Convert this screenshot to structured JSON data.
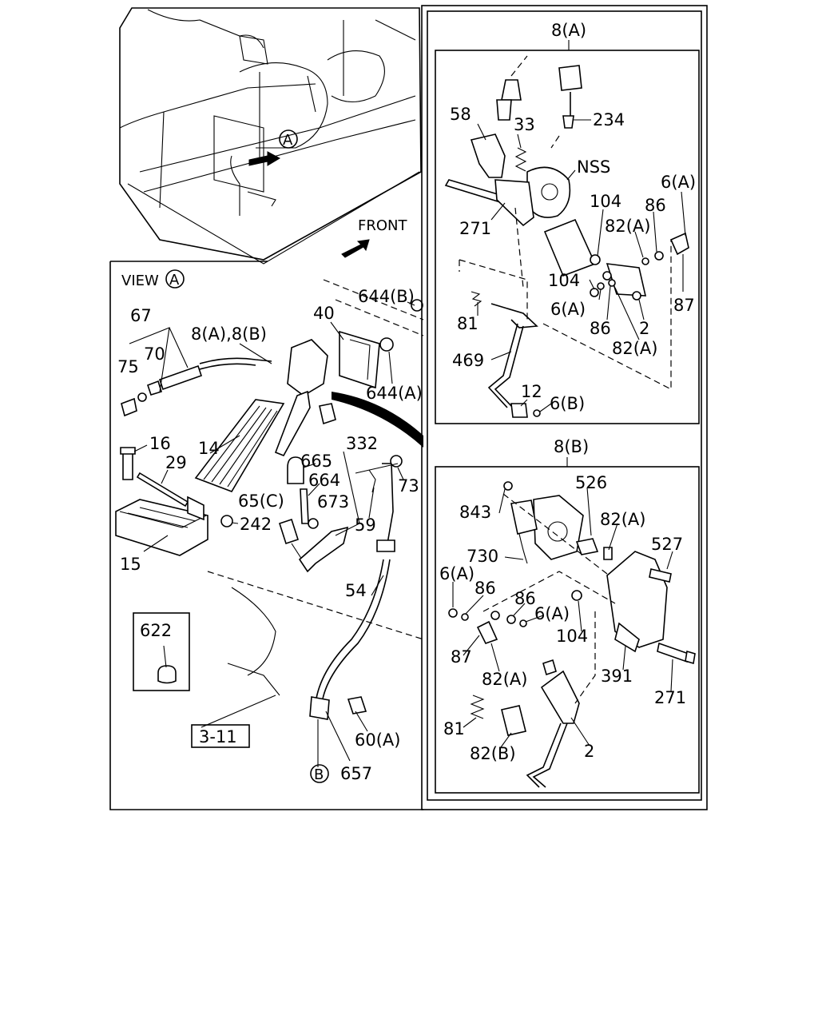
{
  "main_view": {
    "front_label": "FRONT",
    "view_label": "VIEW",
    "view_marker": "A",
    "circle_A": "A",
    "circle_B": "B",
    "ref_box": "3-11",
    "box_622": "622",
    "callouts": {
      "c67": "67",
      "c70": "70",
      "c75": "75",
      "c8a8b": "8(A),8(B)",
      "c40": "40",
      "c644b": "644(B)",
      "c644a": "644(A)",
      "c16": "16",
      "c14": "14",
      "c29": "29",
      "c15": "15",
      "c242": "242",
      "c65c": "65(C)",
      "c665": "665",
      "c664": "664",
      "c673": "673",
      "c332": "332",
      "c73": "73",
      "c59": "59",
      "c54": "54",
      "c60a": "60(A)",
      "c657": "657"
    }
  },
  "detail_8a": {
    "title": "8(A)",
    "callouts": {
      "c58": "58",
      "c33": "33",
      "c234": "234",
      "cNSS": "NSS",
      "c6a_top": "6(A)",
      "c104_top": "104",
      "c86_top": "86",
      "c271": "271",
      "c82a_top": "82(A)",
      "c104_mid": "104",
      "c87": "87",
      "c6a_mid": "6(A)",
      "c86_mid": "86",
      "c2": "2",
      "c81": "81",
      "c82a_low": "82(A)",
      "c469": "469",
      "c12": "12",
      "c6b": "6(B)"
    }
  },
  "detail_8b": {
    "title": "8(B)",
    "callouts": {
      "c526": "526",
      "c843": "843",
      "c82a_top": "82(A)",
      "c527": "527",
      "c730": "730",
      "c6a_left": "6(A)",
      "c86_left": "86",
      "c86_mid": "86",
      "c6a_mid": "6(A)",
      "c104": "104",
      "c87": "87",
      "c82a_low": "82(A)",
      "c391": "391",
      "c271": "271",
      "c81": "81",
      "c82b": "82(B)",
      "c2": "2"
    }
  }
}
